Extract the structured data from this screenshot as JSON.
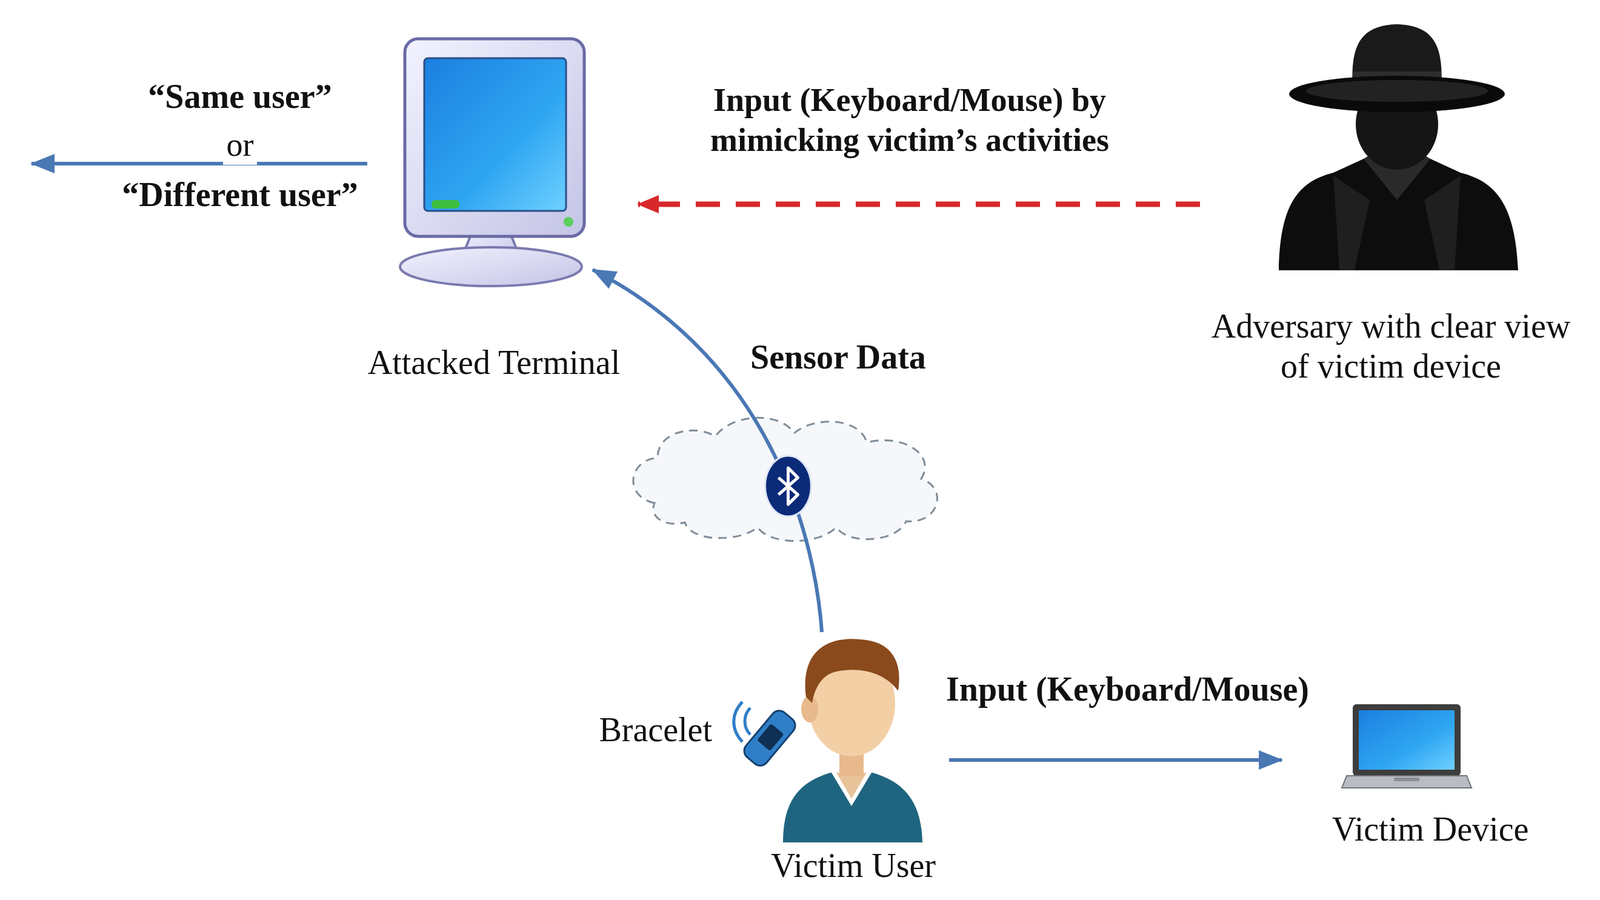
{
  "diagram": {
    "nodes": [
      {
        "text": [
          "Attacked Terminal"
        ]
      },
      {
        "text": [
          "Adversary with clear view of victim device"
        ]
      },
      {
        "text": [
          "Victim User"
        ]
      },
      {
        "text": [
          "Victim Device"
        ]
      },
      {
        "text": [
          "Bracelet"
        ]
      }
    ],
    "edges": [
      {
        "from": 1,
        "to": 0,
        "arrow": "to",
        "label": "Input (Keyboard/Mouse) by mimicking victim’s activities"
      },
      {
        "from": 2,
        "to": 0,
        "arrow": "to",
        "label": "Sensor Data"
      },
      {
        "from": 2,
        "to": 3,
        "arrow": "to",
        "label": "Input (Keyboard/Mouse)"
      }
    ],
    "labels": [
      "“Same user”",
      "or",
      "“Different user”"
    ]
  }
}
